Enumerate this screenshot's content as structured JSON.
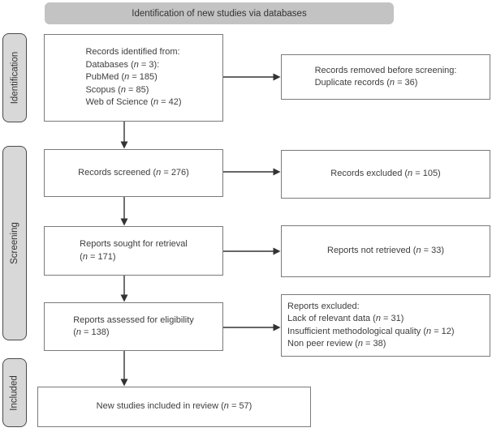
{
  "header": {
    "title": "Identification of new studies via databases"
  },
  "sidebar": {
    "stages": [
      {
        "label": "Identification"
      },
      {
        "label": "Screening"
      },
      {
        "label": "Included"
      }
    ]
  },
  "flow": {
    "identified": {
      "lines": [
        "Records identified from:",
        "Databases (n = 3):",
        "PubMed (n = 185)",
        "Scopus (n = 85)",
        "Web of Science (n = 42)"
      ]
    },
    "screened": {
      "lines": [
        "Records screened (n = 276)"
      ]
    },
    "sought": {
      "lines": [
        "Reports sought for retrieval",
        "(n = 171)"
      ]
    },
    "assessed": {
      "lines": [
        "Reports assessed for eligibility",
        "(n = 138)"
      ]
    },
    "included": {
      "lines": [
        "New studies included in review (n = 57)"
      ]
    },
    "removed": {
      "lines": [
        "Records removed before screening:",
        "Duplicate records (n = 36)"
      ]
    },
    "excluded": {
      "lines": [
        "Records excluded (n = 105)"
      ]
    },
    "not_retrieved": {
      "lines": [
        "Reports not retrieved (n = 33)"
      ]
    },
    "reports_excluded": {
      "lines": [
        "Reports excluded:",
        "Lack of relevant data (n = 31)",
        "Insufficient methodological quality (n = 12)",
        "Non peer review (n = 38)"
      ]
    }
  },
  "colors": {
    "header_bg": "#c3c3c3",
    "stage_bg": "#d8d8d8",
    "stage_border": "#4a4a4a",
    "box_border": "#7a7a7a",
    "arrow": "#333333",
    "text": "#3d3d3d"
  }
}
